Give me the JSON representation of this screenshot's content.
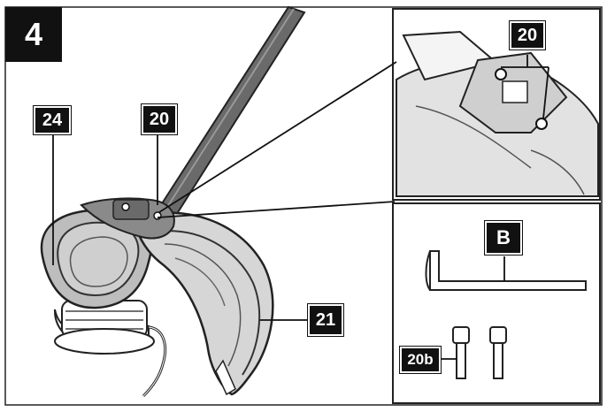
{
  "step_number": "4",
  "labels": {
    "housing_screws": "20",
    "spool_cover": "24",
    "guard": "21",
    "allen_key": "B",
    "screws_kit": "20b",
    "detail_screws": "20"
  },
  "colors": {
    "ink": "#111111",
    "paper": "#ffffff",
    "frame": "#222222"
  }
}
